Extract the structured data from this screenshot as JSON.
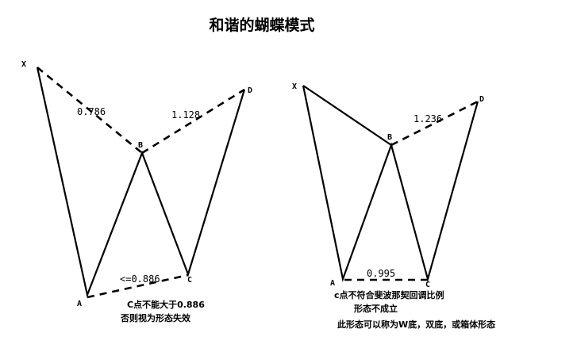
{
  "title": "和谐的蝴蝶模式",
  "left_pattern": {
    "points": {
      "x": "X",
      "a": "A",
      "b": "B",
      "c": "C",
      "d": "D"
    },
    "ratios": {
      "xb": "0.786",
      "bd": "1.128",
      "ac": "<=0.886"
    },
    "notes": [
      "C点不能大于0.886",
      "否则视为形态失效"
    ]
  },
  "right_pattern": {
    "points": {
      "x": "X",
      "a": "A",
      "b": "B",
      "c": "C",
      "d": "D"
    },
    "ratios": {
      "bd": "1.236",
      "ac": "0.995"
    },
    "notes": [
      "c点不符合斐波那契回调比例",
      "形态不成立",
      "此形态可以称为W底，双底，或箱体形态"
    ]
  },
  "colors": {
    "line": "#000000",
    "background": "#ffffff"
  }
}
